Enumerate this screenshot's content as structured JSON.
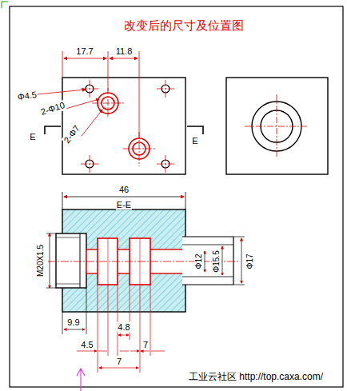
{
  "diagram": {
    "title": "改变后的尺寸及位置图",
    "labels": [
      "17.7",
      "11.8",
      "Φ4.5",
      "2-Φ10",
      "2-Φ7",
      "E",
      "E",
      "46",
      "E-E",
      "M20X1.5",
      "Φ12",
      "Φ15.5",
      "Φ17",
      "9.9",
      "4.5",
      "4.8",
      "7",
      "7",
      "工业云社区 http://top.caxa.com/"
    ]
  }
}
